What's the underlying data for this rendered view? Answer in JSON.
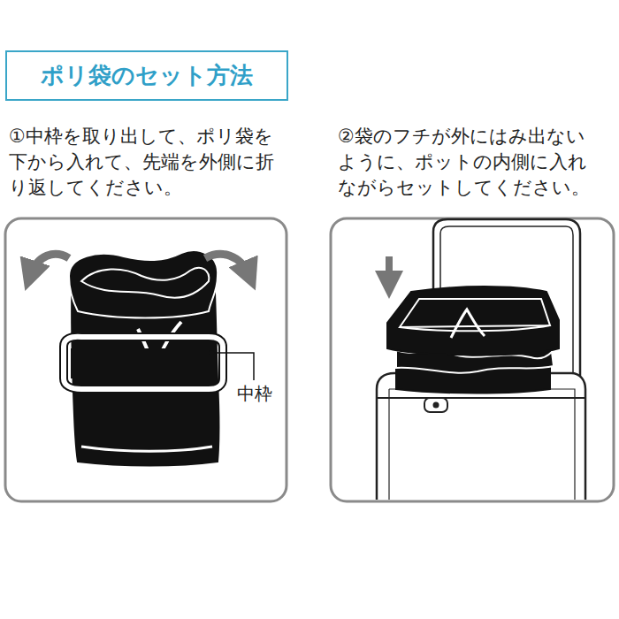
{
  "diagram": {
    "title": "ポリ袋のセット方法",
    "labels": [
      "①中枠を取り出して、ポリ袋を下から入れて、先端を外側に折り返してください。",
      "②袋のフチが外にはみ出ないように、ポットの内側に入れながらセットしてください。",
      "中枠"
    ]
  }
}
